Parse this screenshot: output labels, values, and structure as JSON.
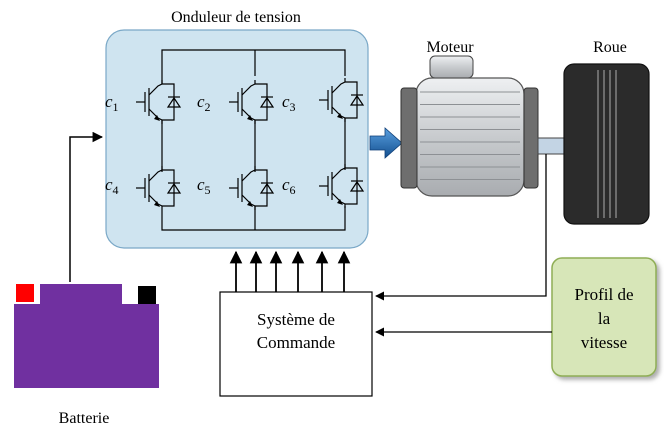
{
  "inverter": {
    "title": "Onduleur de tension"
  },
  "switches": {
    "c1": "c",
    "c1_sub": "1",
    "c2": "c",
    "c2_sub": "2",
    "c3": "c",
    "c3_sub": "3",
    "c4": "c",
    "c4_sub": "4",
    "c5": "c",
    "c5_sub": "5",
    "c6": "c",
    "c6_sub": "6"
  },
  "motor": {
    "label": "Moteur"
  },
  "wheel": {
    "label": "Roue"
  },
  "battery": {
    "label": "Batterie"
  },
  "control": {
    "line1": "Système de",
    "line2": "Commande"
  },
  "profile": {
    "line1": "Profil de",
    "line2": "la",
    "line3": "vitesse"
  },
  "colors": {
    "inverter_fill": "#cfe4f0",
    "inverter_stroke": "#7aa8c7",
    "battery_body": "#7030a0",
    "battery_pos": "#ff0000",
    "battery_neg": "#000000",
    "motor_body": "#d4d6d8",
    "motor_flange": "#6e6e6e",
    "wheel": "#2b2b2b",
    "profile_fill": "#d7e6b8",
    "profile_stroke": "#8fae55",
    "arrow_blue": "#1f6fc0"
  }
}
